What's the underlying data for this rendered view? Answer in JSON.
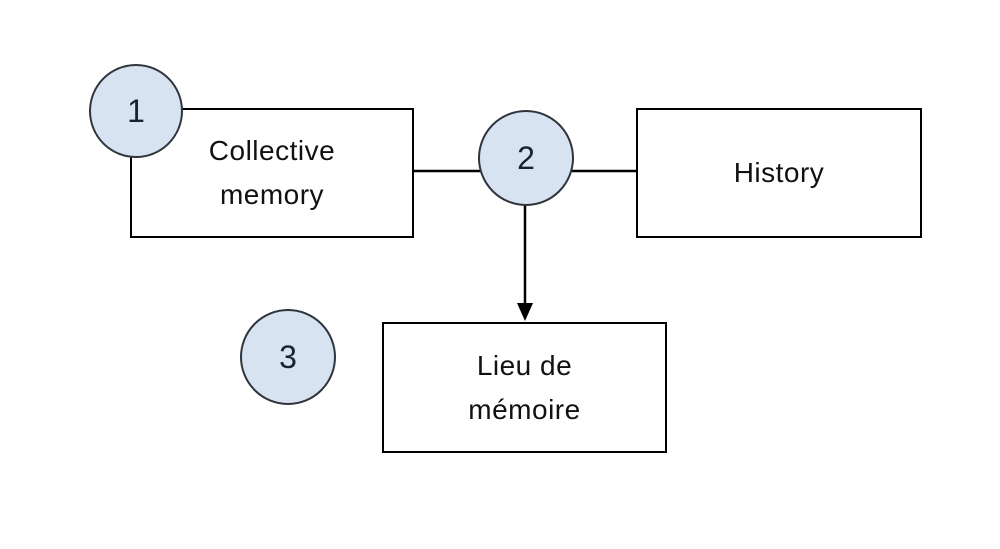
{
  "colors": {
    "background": "#ffffff",
    "box_border": "#000000",
    "connector": "#000000",
    "circle_fill": "#d7e3f1",
    "circle_border": "#30343c",
    "text": "#111111"
  },
  "nodes": {
    "circle_1": {
      "label": "1"
    },
    "circle_2": {
      "label": "2"
    },
    "circle_3": {
      "label": "3"
    },
    "collective_memory": {
      "line1": "Collective",
      "line2": "memory"
    },
    "history": {
      "label": "History"
    },
    "lieu_de_memoire": {
      "line1": "Lieu de",
      "line2": "mémoire"
    }
  },
  "connections": [
    {
      "from": "collective_memory",
      "via": "circle_2",
      "to": "history",
      "type": "line"
    },
    {
      "from": "circle_2",
      "to": "lieu_de_memoire",
      "type": "arrow-down"
    }
  ]
}
